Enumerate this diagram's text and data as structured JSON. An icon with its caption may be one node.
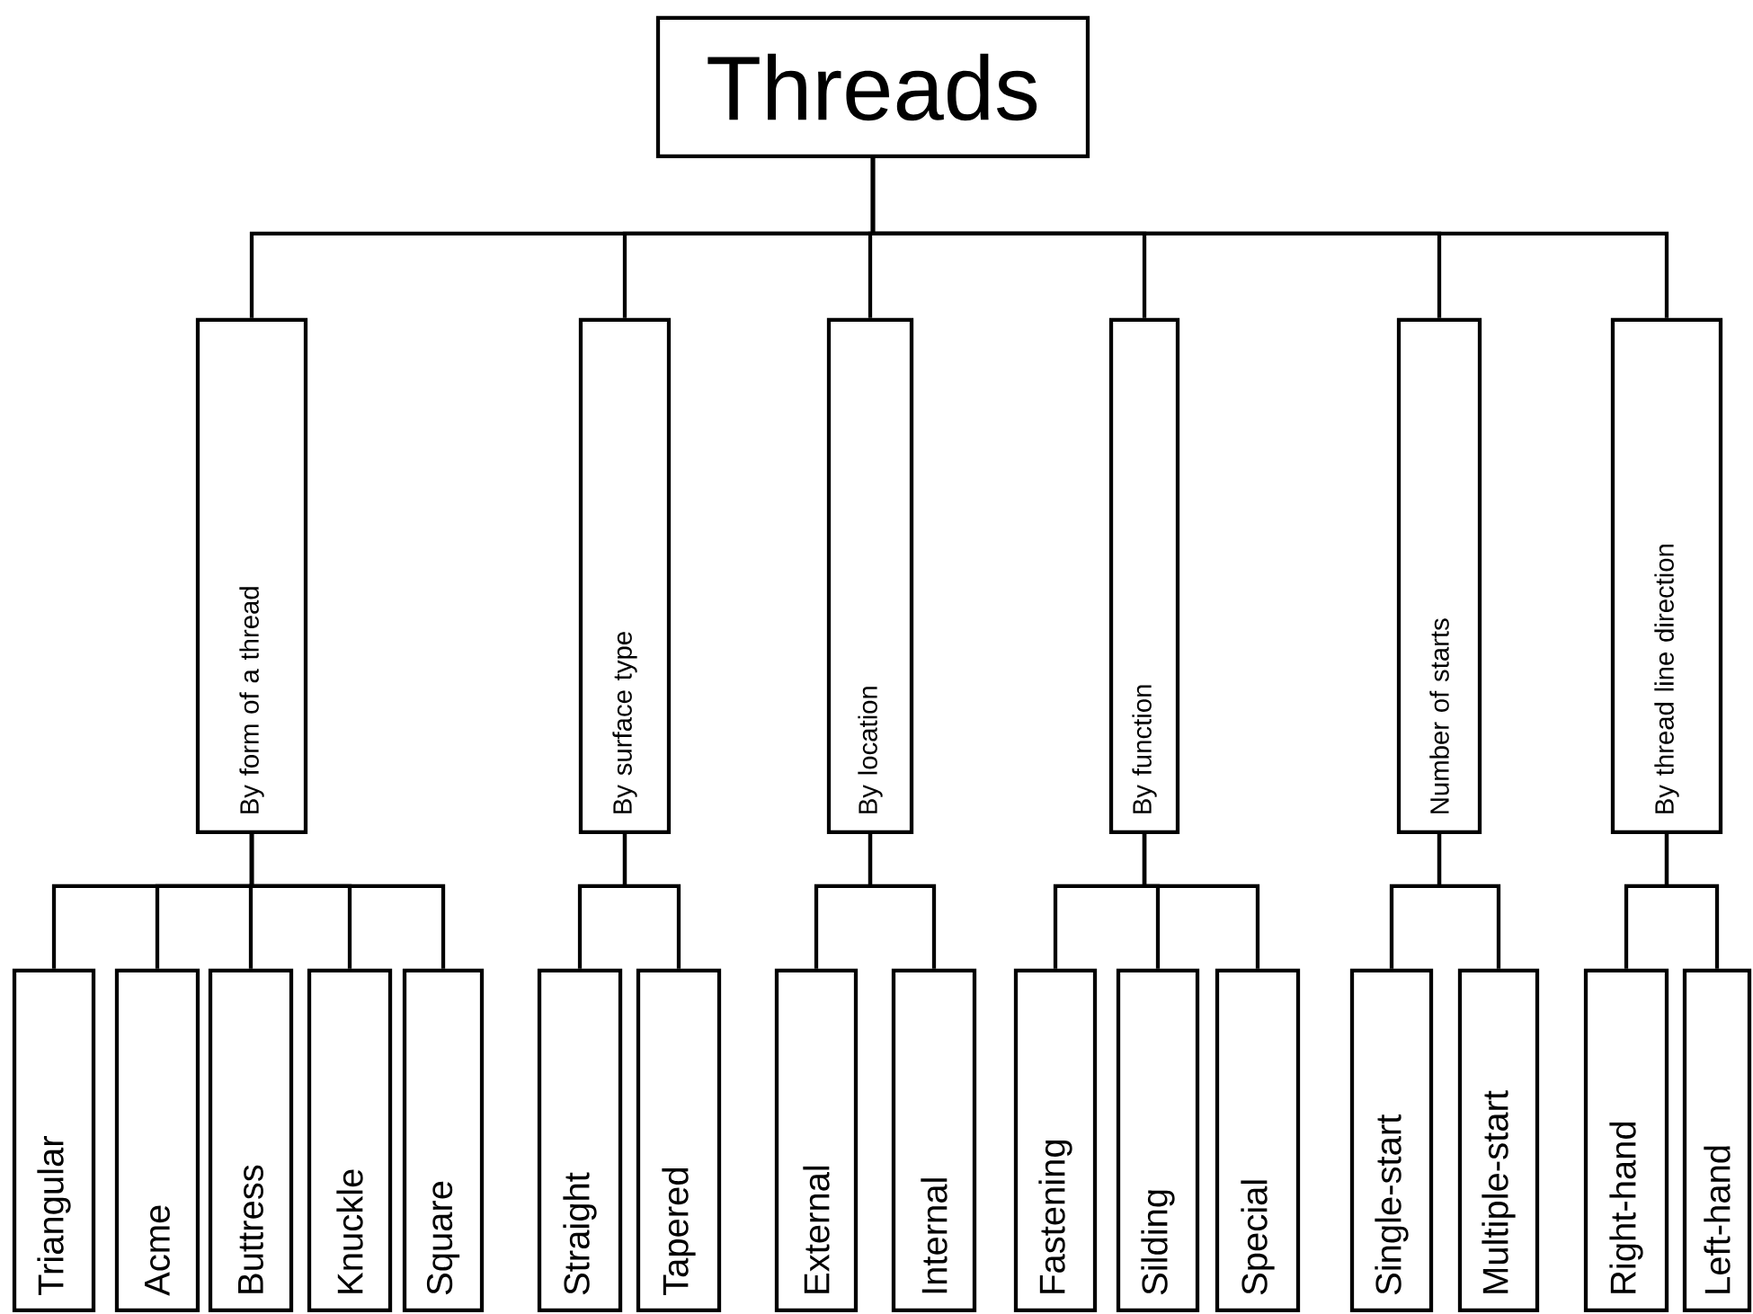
{
  "diagram": {
    "nodes": [
      {
        "text": [
          "Threads"
        ]
      },
      {
        "text": [
          "By form of a thread"
        ]
      },
      {
        "text": [
          "By surface type"
        ]
      },
      {
        "text": [
          "By location"
        ]
      },
      {
        "text": [
          "By function"
        ]
      },
      {
        "text": [
          "Number of starts"
        ]
      },
      {
        "text": [
          "By thread line direction"
        ]
      },
      {
        "text": [
          "Triangular"
        ]
      },
      {
        "text": [
          "Acme"
        ]
      },
      {
        "text": [
          "Buttress"
        ]
      },
      {
        "text": [
          "Knuckle"
        ]
      },
      {
        "text": [
          "Square"
        ]
      },
      {
        "text": [
          "Straight"
        ]
      },
      {
        "text": [
          "Tapered"
        ]
      },
      {
        "text": [
          "External"
        ]
      },
      {
        "text": [
          "Internal"
        ]
      },
      {
        "text": [
          "Fastening"
        ]
      },
      {
        "text": [
          "Silding"
        ]
      },
      {
        "text": [
          "Special"
        ]
      },
      {
        "text": [
          "Single-start"
        ]
      },
      {
        "text": [
          "Multiple-start"
        ]
      },
      {
        "text": [
          "Right-hand"
        ]
      },
      {
        "text": [
          "Left-hand"
        ]
      }
    ],
    "edges": [
      {
        "from": 0,
        "to": 1,
        "arrow": "none"
      },
      {
        "from": 0,
        "to": 2,
        "arrow": "none"
      },
      {
        "from": 0,
        "to": 3,
        "arrow": "none"
      },
      {
        "from": 0,
        "to": 4,
        "arrow": "none"
      },
      {
        "from": 0,
        "to": 5,
        "arrow": "none"
      },
      {
        "from": 0,
        "to": 6,
        "arrow": "none"
      },
      {
        "from": 1,
        "to": 7,
        "arrow": "none"
      },
      {
        "from": 1,
        "to": 8,
        "arrow": "none"
      },
      {
        "from": 1,
        "to": 9,
        "arrow": "none"
      },
      {
        "from": 1,
        "to": 10,
        "arrow": "none"
      },
      {
        "from": 1,
        "to": 11,
        "arrow": "none"
      },
      {
        "from": 2,
        "to": 12,
        "arrow": "none"
      },
      {
        "from": 2,
        "to": 13,
        "arrow": "none"
      },
      {
        "from": 3,
        "to": 14,
        "arrow": "none"
      },
      {
        "from": 3,
        "to": 15,
        "arrow": "none"
      },
      {
        "from": 4,
        "to": 16,
        "arrow": "none"
      },
      {
        "from": 4,
        "to": 17,
        "arrow": "none"
      },
      {
        "from": 4,
        "to": 18,
        "arrow": "none"
      },
      {
        "from": 5,
        "to": 19,
        "arrow": "none"
      },
      {
        "from": 5,
        "to": 20,
        "arrow": "none"
      },
      {
        "from": 6,
        "to": 21,
        "arrow": "none"
      },
      {
        "from": 6,
        "to": 22,
        "arrow": "none"
      }
    ]
  }
}
